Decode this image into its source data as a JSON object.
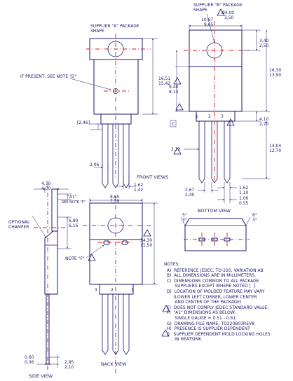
{
  "colors": {
    "ink": "#1a1a6e",
    "centerline": "#e01818"
  },
  "labels": {
    "supplier_a": [
      "SUPPLIER \"A\" PACKAGE",
      "SHAPE"
    ],
    "supplier_b": [
      "SUPPLIER \"B\" PACKAGE",
      "SHAPE"
    ],
    "if_present": "IF PRESENT, SEE NOTE \"D\"",
    "a1": "\"A1\"",
    "see_note_f": "SEE NOTE \"F\"",
    "optional_chamfer": [
      "OPTIONAL",
      "CHAMFER"
    ],
    "note_f": "NOTE \"F\"",
    "front_views": "FRONT VIEWS",
    "bottom_view": "BOTTOM VIEW",
    "back_view": "BACK VIEW",
    "side_view": "SIDE VIEW",
    "c_ref": "C",
    "pin_numbers_front": [
      "1",
      "2",
      "3"
    ],
    "pin_numbers_back": [
      "3",
      "2",
      "1"
    ]
  },
  "dimensions": {
    "d1067": [
      "10,67",
      "9,65"
    ],
    "dia400": [
      "Ø4,00",
      "3,50"
    ],
    "d340": [
      "3,40",
      "2,50"
    ],
    "d1630": [
      "16,30",
      "13,90"
    ],
    "d1651": [
      "16,51",
      "15,42"
    ],
    "d940": [
      "9,40",
      "8,13"
    ],
    "d246": "[2,46]",
    "d410": [
      "4,10",
      "2,70"
    ],
    "d213": "2,13",
    "d1404": [
      "14,04",
      "12,70"
    ],
    "d206": "2,06",
    "d162a": [
      "1,62",
      "1,42"
    ],
    "d267": [
      "2,67",
      "2,40"
    ],
    "d162b": [
      "1,62",
      "1,10"
    ],
    "d100": [
      "1,00",
      "0,55"
    ],
    "d470": [
      "4,70",
      "4,00"
    ],
    "d889": [
      "6,89",
      "6,16"
    ],
    "d865": [
      "8,65",
      "7,59"
    ],
    "d1430": [
      "14,30",
      "11,50"
    ],
    "ang5a": [
      "5°",
      "3°"
    ],
    "ang6": [
      "6°",
      "3°"
    ],
    "d060": [
      "0,60",
      "0,36"
    ],
    "d285": [
      "2,85",
      "2,10"
    ]
  },
  "notes": {
    "heading": "NOTES:",
    "items": [
      "  A)  REFERENCE JEDEC, TO-220, VARIATION AB",
      "  B)  ALL DIMENSIONS ARE IN MILLIMETERS.",
      "  C)  DIMENSIONS COMMON TO ALL PACKAGE",
      "        SUPPLIERS EXCEPT WHERE NOTED [  ].",
      "  D)  LOCATION OF MOLDED FEATURE MAY VARY",
      "       (LOWER LEFT CORNER, LOWER CENTER",
      "        AND CENTER OF THE PACKAGE)",
      "  E)  DOES NOT COMPLY JEDEC STANDARD VALUE.",
      "  F)  \"A1\" DIMENSIONS AS BELOW:",
      "        SINGLE GAUGE = 0.51 - 0.61",
      "  G)  DRAWING FILE NAME: TO220B03REV8",
      "  H)  PRESENCE IS SUPPLIER DEPENDENT",
      "  I)   SUPPLIER DEPENDENT MOLD LOCKING HOLES",
      "        IN HEATSINK."
    ]
  }
}
